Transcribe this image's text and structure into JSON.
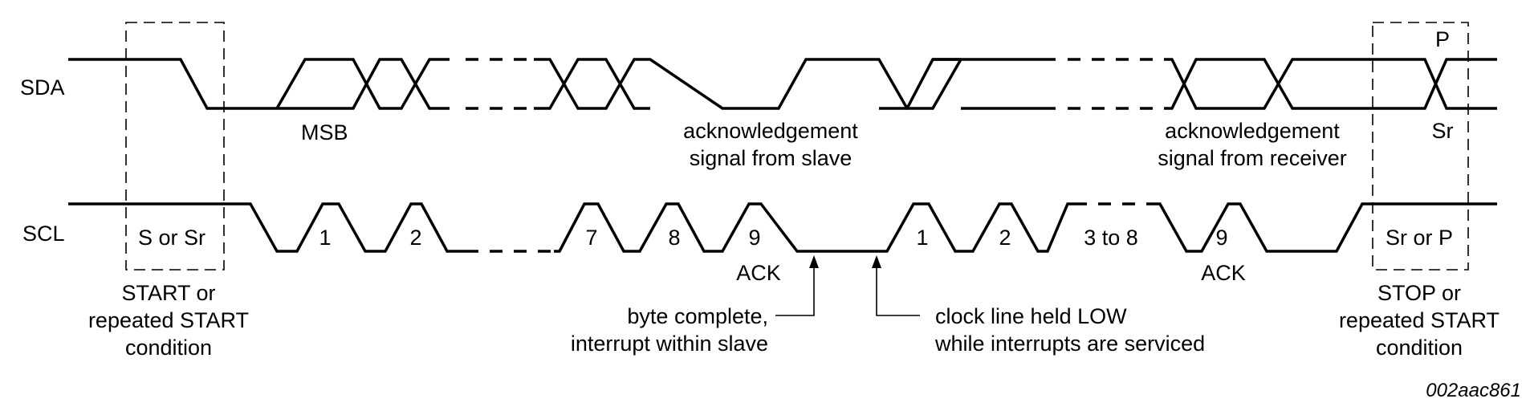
{
  "signals": {
    "sda": "SDA",
    "scl": "SCL"
  },
  "sda_labels": {
    "msb": "MSB",
    "ack_slave_line1": "acknowledgement",
    "ack_slave_line2": "signal from slave",
    "ack_receiver_line1": "acknowledgement",
    "ack_receiver_line2": "signal from receiver",
    "p": "P",
    "sr": "Sr"
  },
  "scl_pulses": {
    "first_byte": [
      "1",
      "2",
      "7",
      "8",
      "9"
    ],
    "second_byte": [
      "1",
      "2",
      "3 to 8",
      "9"
    ],
    "ack": "ACK"
  },
  "boxes": {
    "start_box": "S or Sr",
    "stop_box": "Sr or P"
  },
  "conditions": {
    "start": [
      "START or",
      "repeated START",
      "condition"
    ],
    "stop": [
      "STOP or",
      "repeated START",
      "condition"
    ]
  },
  "annotations": {
    "byte_complete": [
      "byte complete,",
      "interrupt within slave"
    ],
    "clock_held": [
      "clock line held LOW",
      "while interrupts are serviced"
    ]
  },
  "figure_code": "002aac861"
}
